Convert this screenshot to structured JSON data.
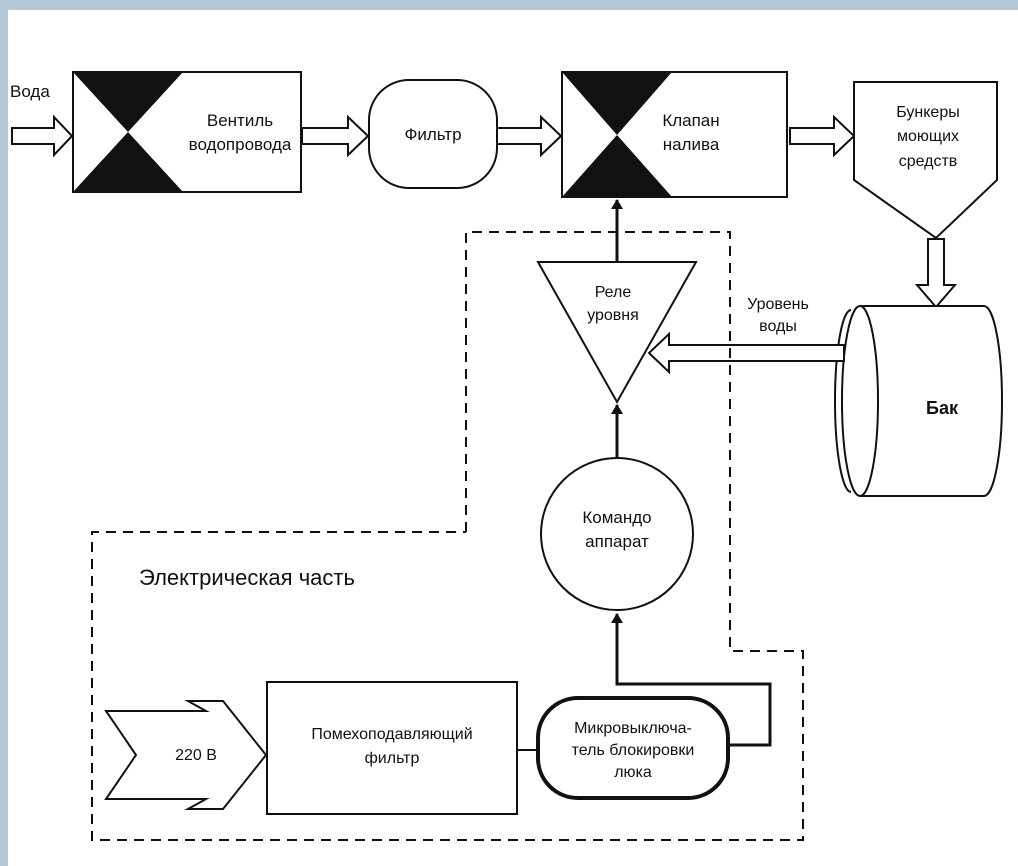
{
  "diagram": {
    "input_water": "Вода",
    "valve": [
      "Вентиль",
      "водопровода"
    ],
    "filter": "Фильтр",
    "fill_valve": [
      "Клапан",
      "налива"
    ],
    "hoppers": [
      "Бункеры",
      "моющих",
      "средств"
    ],
    "level_relay": [
      "Реле",
      "уровня"
    ],
    "water_level": [
      "Уровень",
      "воды"
    ],
    "tank": "Бак",
    "controller": [
      "Командо",
      "аппарат"
    ],
    "electrical_part": "Электрическая часть",
    "power": "220 В",
    "noise_filter": [
      "Помехоподавляющий",
      "фильтр"
    ],
    "microswitch": [
      "Микровыключа-",
      "тель блокировки",
      "люка"
    ]
  },
  "colors": {
    "outer_frame": "#b4c8d8",
    "canvas": "#ffffff",
    "stroke": "#111111"
  }
}
